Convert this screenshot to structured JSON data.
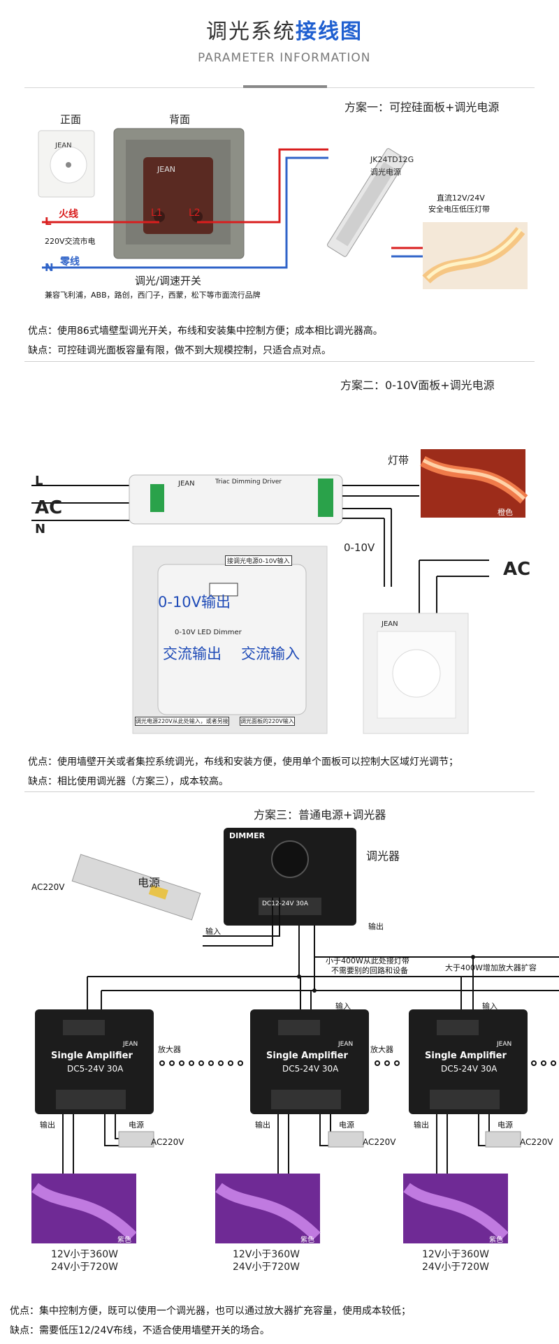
{
  "header": {
    "title_plain": "调光系统",
    "title_strong": "接线图",
    "subtitle": "PARAMETER INFORMATION"
  },
  "plan1": {
    "title": "方案一：可控硅面板+调光电源",
    "front_label": "正面",
    "back_label": "背面",
    "brand": "JEAN",
    "fire_label": "火线",
    "neutral_label": "零线",
    "L": "L",
    "N": "N",
    "L1": "L1",
    "L2": "L2",
    "mains": "220V交流市电",
    "driver_model": "JK24TD12G",
    "driver_name": "调光电源",
    "led_desc1": "直流12V/24V",
    "led_desc2": "安全电压低压灯带",
    "switch_label": "调光/调速开关",
    "compat": "兼容飞利浦，ABB，路创，西门子，西蒙，松下等市面流行品牌",
    "pro": "优点：使用86式墙壁型调光开关，布线和安装集中控制方便；成本相比调光器高。",
    "con": "缺点：可控硅调光面板容量有限，做不到大规模控制，只适合点对点。"
  },
  "plan2": {
    "title": "方案二：0-10V面板+调光电源",
    "L": "L",
    "AC": "AC",
    "N": "N",
    "strip_label": "灯带",
    "color_label": "橙色",
    "driver_brand": "JEAN",
    "driver_title": "Triac Dimming Driver",
    "v010": "0-10V",
    "AC_right": "AC",
    "box_top": "接调光电源0-10V输入",
    "box_out": "0-10V输出",
    "box_dimmer": "0-10V LED Dimmer",
    "box_ac_out": "交流输出",
    "box_ac_in": "交流输入",
    "box_bottom_left": "调光电源220V从此处输入，或者另接",
    "box_bottom_right": "调光面板的220V输入",
    "pro": "优点：使用墙壁开关或者集控系统调光，布线和安装方便，使用单个面板可以控制大区域灯光调节；",
    "con": "缺点：相比使用调光器（方案三），成本较高。"
  },
  "plan3": {
    "title": "方案三：普通电源+调光器",
    "dimmer_label": "调光器",
    "dimmer_brand": "DIMMER",
    "dimmer_spec": "DC12-24V 30A",
    "psu_label": "电源",
    "ac220": "AC220V",
    "input": "输入",
    "output": "输出",
    "note_under400_1": "小于400W从此处接灯带",
    "note_under400_2": "不需要别的回路和设备",
    "note_over400": "大于400W增加放大器扩容",
    "amp_label": "放大器",
    "amp_name": "Single Amplifier",
    "amp_spec": "DC5-24V  30A",
    "amp_brand": "JEAN",
    "power_label": "电源",
    "purple": "紫色",
    "limit12": "12V小于360W",
    "limit24": "24V小于720W",
    "pro": "优点：集中控制方便，既可以使用一个调光器，也可以通过放大器扩充容量，使用成本较低；",
    "con": "缺点：需要低压12/24V布线，不适合使用墙壁开关的场合。"
  },
  "colors": {
    "accent_blue": "#1f5fd0",
    "fire_red": "#d91e1e",
    "neutral_blue": "#2f63c8",
    "led_purple": "#b655c8",
    "led_orange": "#e0502a"
  }
}
